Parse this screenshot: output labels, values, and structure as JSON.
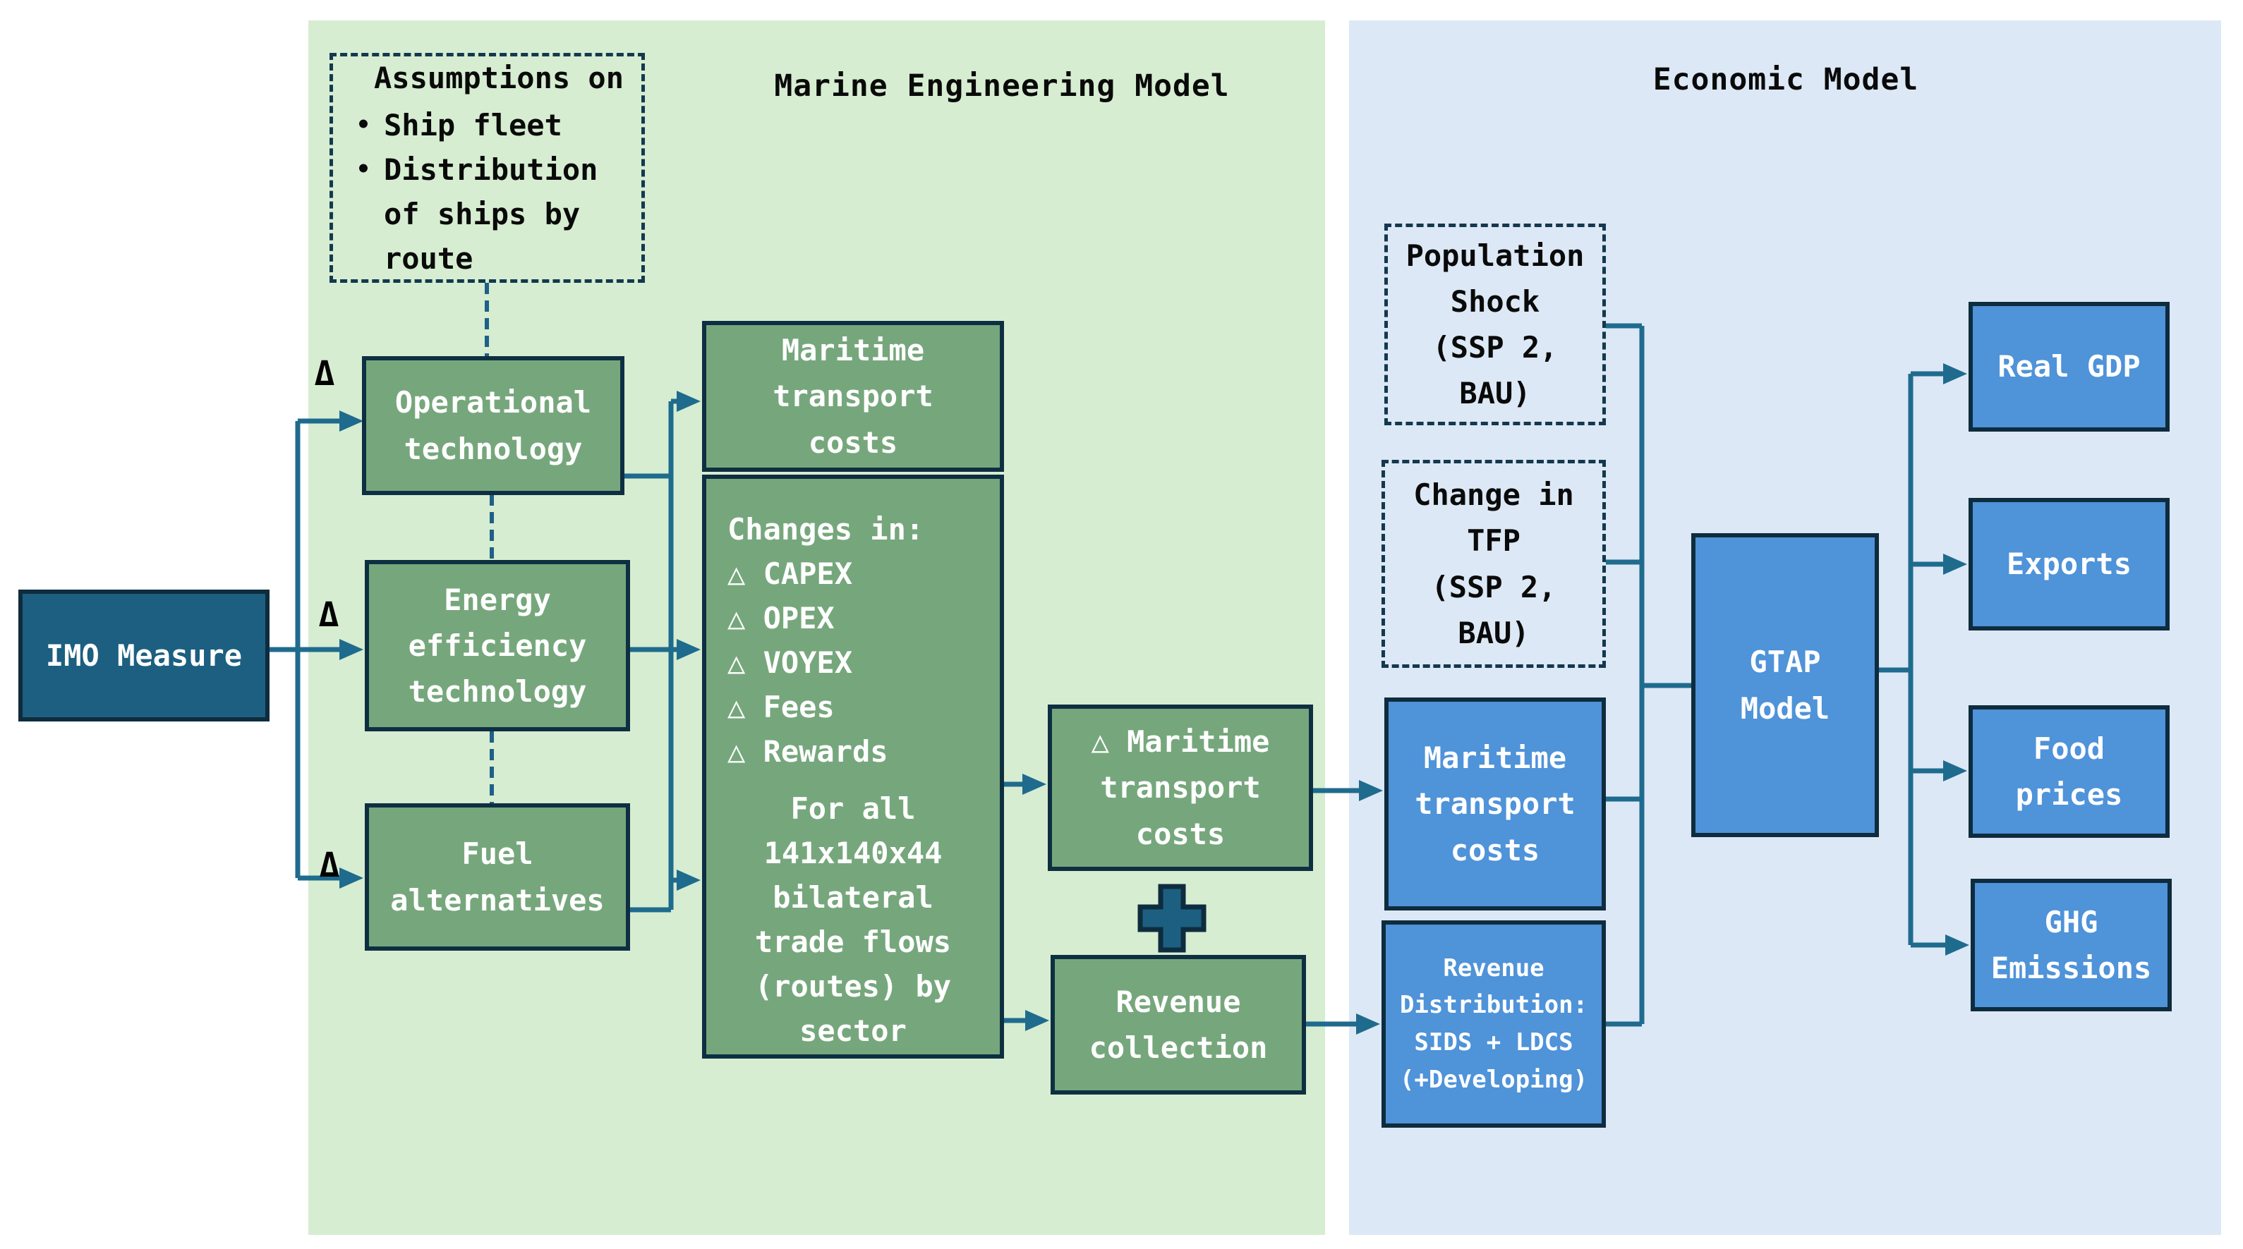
{
  "colors": {
    "marine_panel_bg": "#d6edd1",
    "economic_panel_bg": "#dce8f5",
    "green_box_fill": "#76a77c",
    "blue_box_fill": "#4f93d9",
    "imo_box_fill": "#1c5f80",
    "box_border": "#0e2f42",
    "arrow": "#1f6b8e",
    "plus_fill": "#1c5f80"
  },
  "titles": {
    "marine": "Marine Engineering Model",
    "economic": "Economic Model"
  },
  "imo_measure": {
    "label": "IMO Measure"
  },
  "delta_symbol": "Δ",
  "assumptions_box": {
    "heading": "Assumptions on",
    "bullet": "•",
    "items": [
      "Ship fleet",
      "Distribution of ships by route"
    ]
  },
  "marine": {
    "operational_technology": "Operational\ntechnology",
    "energy_efficiency_technology": "Energy\nefficiency\ntechnology",
    "fuel_alternatives": "Fuel\nalternatives",
    "maritime_transport_costs": "Maritime\ntransport\ncosts",
    "changes_box": {
      "heading": "Changes in:",
      "items": [
        "△ CAPEX",
        "△ OPEX",
        "△ VOYEX",
        "△ Fees",
        "△ Rewards"
      ],
      "footer": "For all\n141x140x44\nbilateral\ntrade flows\n(routes) by\nsector"
    },
    "delta_maritime_transport_costs": "△ Maritime\ntransport\ncosts",
    "revenue_collection": "Revenue\ncollection"
  },
  "economic": {
    "population_shock": "Population\nShock\n(SSP 2,\nBAU)",
    "change_in_tfp": "Change in\nTFP\n(SSP 2,\nBAU)",
    "maritime_transport_costs": "Maritime\ntransport\ncosts",
    "revenue_distribution": "Revenue\nDistribution:\nSIDS + LDCS\n(+Developing)",
    "gtap_model": "GTAP\nModel",
    "outputs": [
      "Real GDP",
      "Exports",
      "Food\nprices",
      "GHG\nEmissions"
    ]
  }
}
